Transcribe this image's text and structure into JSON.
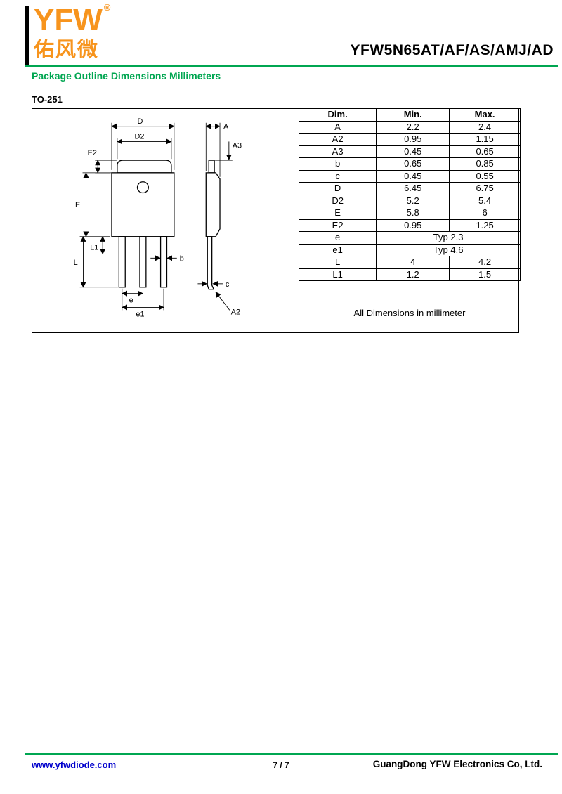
{
  "header": {
    "logo": {
      "brand": "YFW",
      "registered": "®",
      "chinese": "佑风微"
    },
    "part_number": "YFW5N65AT/AF/AS/AMJ/AD",
    "section_title": "Package Outline Dimensions Millimeters",
    "package_name": "TO-251"
  },
  "drawing": {
    "labels": {
      "D": "D",
      "D2": "D2",
      "E2": "E2",
      "A": "A",
      "A3": "A3",
      "E": "E",
      "L": "L",
      "L1": "L1",
      "b": "b",
      "e": "e",
      "e1": "e1",
      "c": "c",
      "A2": "A2"
    }
  },
  "table": {
    "headers": [
      "Dim.",
      "Min.",
      "Max."
    ],
    "rows": [
      {
        "dim": "A",
        "min": "2.2",
        "max": "2.4"
      },
      {
        "dim": "A2",
        "min": "0.95",
        "max": "1.15"
      },
      {
        "dim": "A3",
        "min": "0.45",
        "max": "0.65"
      },
      {
        "dim": "b",
        "min": "0.65",
        "max": "0.85"
      },
      {
        "dim": "c",
        "min": "0.45",
        "max": "0.55"
      },
      {
        "dim": "D",
        "min": "6.45",
        "max": "6.75"
      },
      {
        "dim": "D2",
        "min": "5.2",
        "max": "5.4"
      },
      {
        "dim": "E",
        "min": "5.8",
        "max": "6"
      },
      {
        "dim": "E2",
        "min": "0.95",
        "max": "1.25"
      },
      {
        "dim": "e",
        "typ": "Typ 2.3"
      },
      {
        "dim": "e1",
        "typ": "Typ 4.6"
      },
      {
        "dim": "L",
        "min": "4",
        "max": "4.2"
      },
      {
        "dim": "L1",
        "min": "1.2",
        "max": "1.5"
      }
    ],
    "note": "All Dimensions in millimeter"
  },
  "footer": {
    "website": "www.yfwdiode.com",
    "page_number": "7 / 7",
    "company": "GuangDong YFW Electronics Co, Ltd."
  },
  "colors": {
    "accent_green": "#00A651",
    "logo_orange": "#F7941D",
    "link_blue": "#0000CC"
  }
}
